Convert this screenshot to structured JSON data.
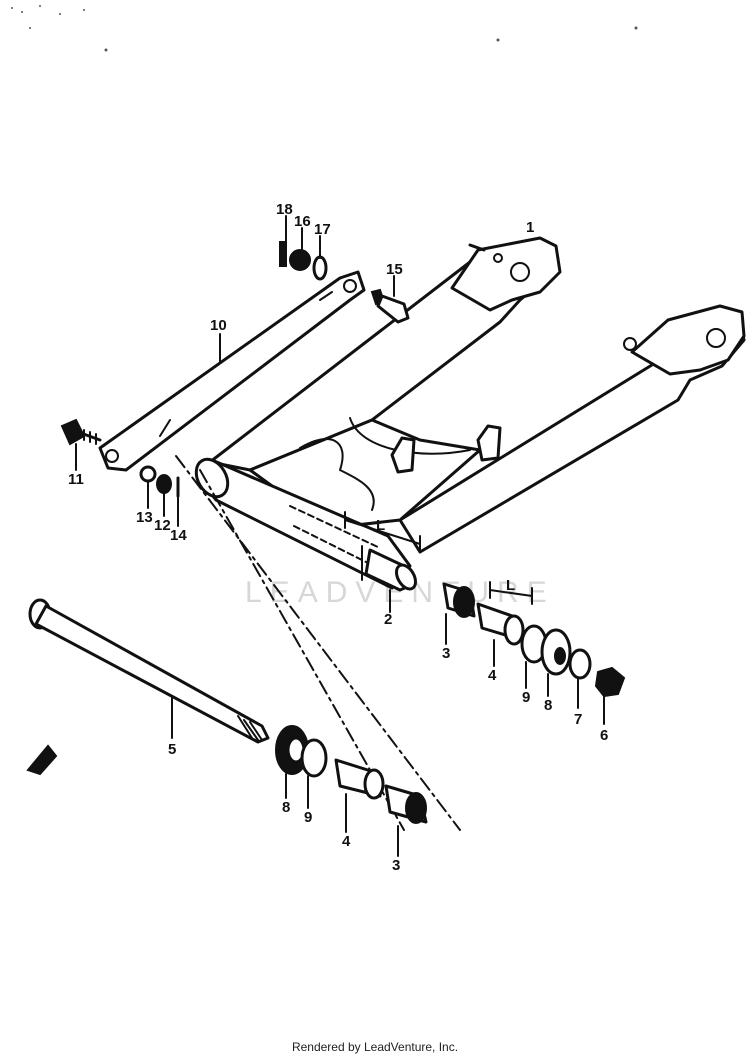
{
  "diagram": {
    "watermark": "LEADVENTURE",
    "footer": "Rendered by LeadVenture, Inc.",
    "callouts": [
      {
        "id": "c1",
        "label": "1"
      },
      {
        "id": "c2",
        "label": "2"
      },
      {
        "id": "c3a",
        "label": "3"
      },
      {
        "id": "c3b",
        "label": "3"
      },
      {
        "id": "c4a",
        "label": "4"
      },
      {
        "id": "c4b",
        "label": "4"
      },
      {
        "id": "c5",
        "label": "5"
      },
      {
        "id": "c6",
        "label": "6"
      },
      {
        "id": "c7",
        "label": "7"
      },
      {
        "id": "c8a",
        "label": "8"
      },
      {
        "id": "c8b",
        "label": "8"
      },
      {
        "id": "c9a",
        "label": "9"
      },
      {
        "id": "c9b",
        "label": "9"
      },
      {
        "id": "c10",
        "label": "10"
      },
      {
        "id": "c11",
        "label": "11"
      },
      {
        "id": "c12",
        "label": "12"
      },
      {
        "id": "c13",
        "label": "13"
      },
      {
        "id": "c14",
        "label": "14"
      },
      {
        "id": "c15",
        "label": "15"
      },
      {
        "id": "c16",
        "label": "16"
      },
      {
        "id": "c17",
        "label": "17"
      },
      {
        "id": "c18",
        "label": "18"
      }
    ],
    "dimension_labels": {
      "swingarm_l": "L",
      "spacer_l": "L"
    }
  }
}
